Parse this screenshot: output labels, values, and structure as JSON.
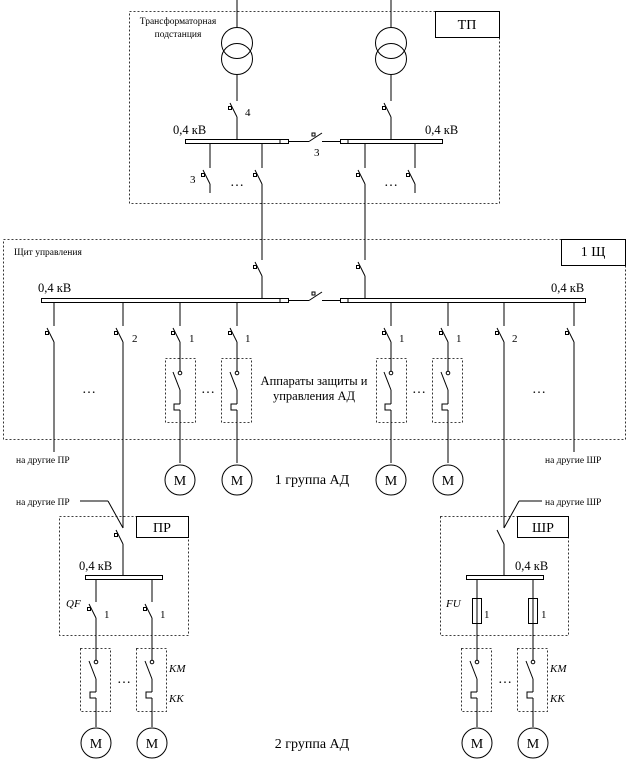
{
  "tp": {
    "caption_line1": "Трансформаторная",
    "caption_line2": "подстанция",
    "label": "ТП",
    "voltage_left": "0,4 кВ",
    "voltage_right": "0,4 кВ",
    "num_4": "4",
    "num_3_tie": "3",
    "num_3_feeder": "3",
    "ellipsis_left": "…",
    "ellipsis_right": "…"
  },
  "panel": {
    "caption": "Щит управления",
    "label": "1 Щ",
    "voltage_left": "0,4 кВ",
    "voltage_right": "0,4 кВ",
    "protect_line1": "Аппараты защиты и",
    "protect_line2": "управления АД",
    "num_2": "2",
    "num_1": "1",
    "ellipsis": "…"
  },
  "group1": {
    "label": "1 группа АД",
    "motor": "M",
    "other_pr": "на другие ПР",
    "other_shr": "на другие ШР"
  },
  "pr": {
    "label": "ПР",
    "voltage": "0,4 кВ",
    "qf": "QF",
    "num_1": "1",
    "incoming": "на другие ПР"
  },
  "shr": {
    "label": "ШР",
    "voltage": "0,4 кВ",
    "fu": "FU",
    "num_1": "1",
    "incoming": "на другие ШР"
  },
  "group2": {
    "label": "2 группа АД",
    "km": "KM",
    "kk": "KK",
    "motor": "M",
    "ellipsis": "…"
  }
}
